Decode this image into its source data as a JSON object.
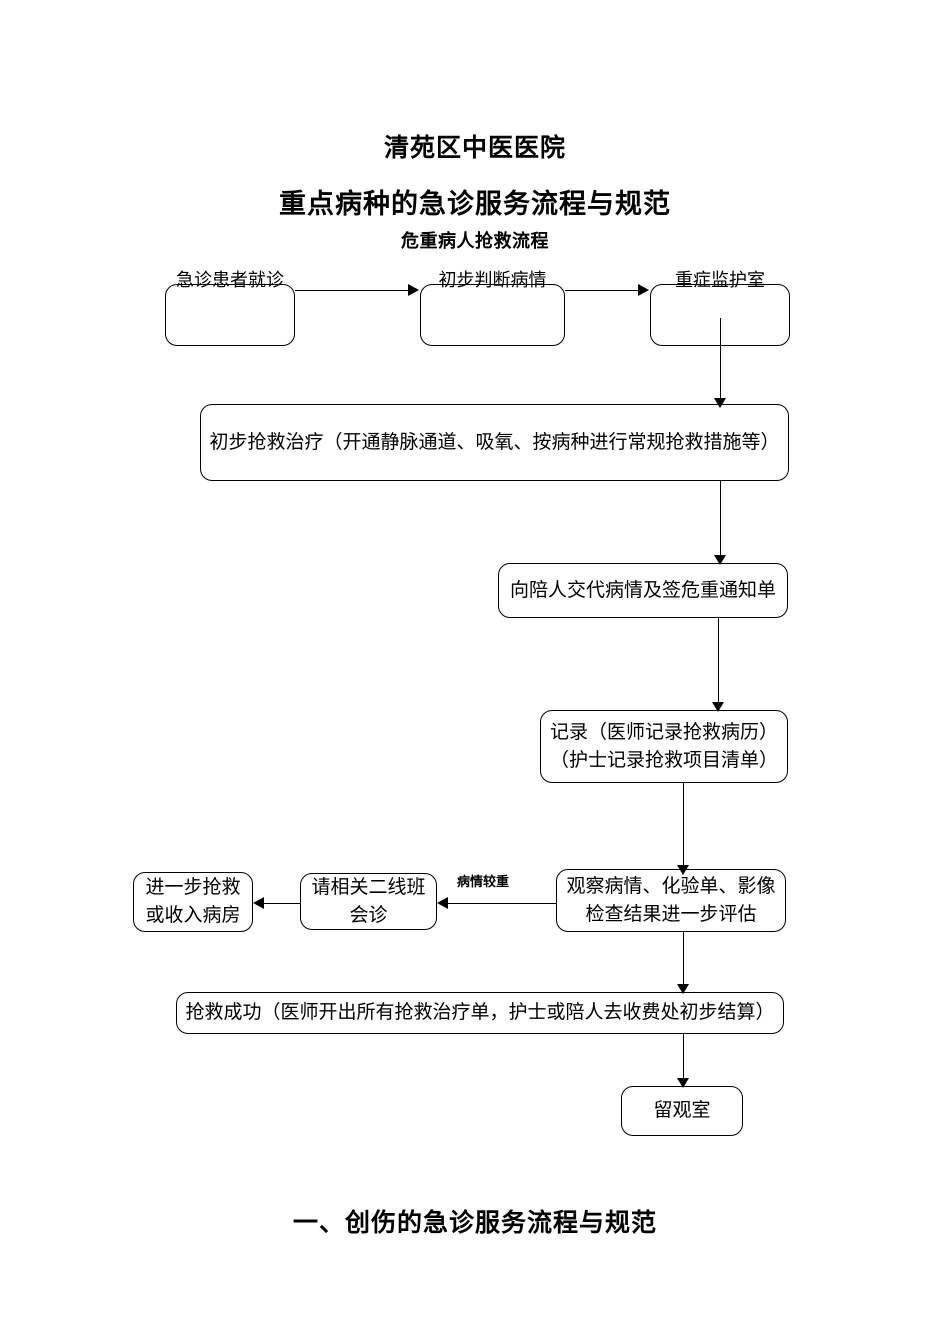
{
  "document": {
    "heading_hospital": "清苑区中医医院",
    "heading_main": "重点病种的急诊服务流程与规范",
    "heading_sub": "危重病人抢救流程",
    "footer_heading": "一、创伤的急诊服务流程与规范"
  },
  "flowchart": {
    "type": "flowchart",
    "nodes": [
      {
        "id": "n1",
        "label": "急诊患者就诊"
      },
      {
        "id": "n2",
        "label": "初步判断病情"
      },
      {
        "id": "n3",
        "label": "重症监护室"
      },
      {
        "id": "n4",
        "label": "初步抢救治疗（开通静脉通道、吸氧、按病种进行常规抢救措施等）"
      },
      {
        "id": "n5",
        "label": "向陪人交代病情及签危重通知单"
      },
      {
        "id": "n6",
        "label": "记录（医师记录抢救病历）\n（护士记录抢救项目清单）"
      },
      {
        "id": "n7",
        "label": "观察病情、化验单、影像\n检查结果进一步评估"
      },
      {
        "id": "n8",
        "label": "请相关二线班\n会诊"
      },
      {
        "id": "n9",
        "label": "进一步抢救\n或收入病房"
      },
      {
        "id": "n10",
        "label": "抢救成功（医师开出所有抢救治疗单，护士或陪人去收费处初步结算）"
      },
      {
        "id": "n11",
        "label": "留观室"
      }
    ],
    "edges": [
      {
        "from": "n1",
        "to": "n2",
        "label": ""
      },
      {
        "from": "n2",
        "to": "n3",
        "label": ""
      },
      {
        "from": "n3",
        "to": "n4",
        "label": ""
      },
      {
        "from": "n4",
        "to": "n5",
        "label": ""
      },
      {
        "from": "n5",
        "to": "n6",
        "label": ""
      },
      {
        "from": "n6",
        "to": "n7",
        "label": ""
      },
      {
        "from": "n7",
        "to": "n8",
        "label": "病情较重"
      },
      {
        "from": "n8",
        "to": "n9",
        "label": ""
      },
      {
        "from": "n7",
        "to": "n10",
        "label": ""
      },
      {
        "from": "n10",
        "to": "n11",
        "label": ""
      }
    ],
    "edge_labels": {
      "severe": "病情较重"
    }
  },
  "colors": {
    "page_background": "#ffffff",
    "text": "#000000",
    "stroke": "#000000"
  }
}
